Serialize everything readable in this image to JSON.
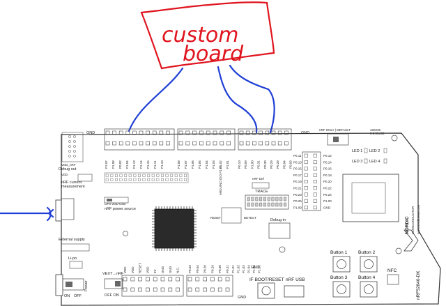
{
  "annotation": {
    "line1": "custom",
    "line2": "board",
    "note_color": "#e0141e",
    "wire_color": "#1f3fd6"
  },
  "board": {
    "name": "nRF52840-DK",
    "brand": "NORDIC",
    "brand_sub": "SEMICONDUCTOR",
    "website": "www.nordicsemi.com",
    "board_id": "400236",
    "board_rev": "0.9.0/USB",
    "outline_color": "#333333"
  },
  "labels": {
    "gnd_top_left": "GND",
    "gnd_top_right": "GND",
    "gnd_bottom_right": "GND",
    "gnd_mid": "GND",
    "debug_out": "Debug out",
    "vdd_nrf": "VDD_nRF",
    "vdd": "VDD",
    "nrf_current_measurement": "nRF current\nmeasurement",
    "external_supply": "External supply",
    "li_po": "Li-po",
    "power": "Power",
    "on": "ON",
    "off": "OFF",
    "vext_nrf": "VEXT→nRF",
    "off_on": "OFF  ON",
    "nrf_power_source": "nRF power source",
    "li_po_vdd_usb": "LiPo  VDD  USB",
    "nrf_only_default": "nRF ONLY | DEFAULT",
    "trace": "TRACE",
    "nrf_def": "nRF  Def",
    "reset": "RESET",
    "detect": "DETECT",
    "debug_in": "Debug in",
    "if_boot_reset": "IF BOOT/RESET",
    "nrf_usb": "nRF USB",
    "nfc": "NFC",
    "button1": "Button 1",
    "button2": "Button 2",
    "button3": "Button 3",
    "button4": "Button 4",
    "led1": "LED 1",
    "led2": "LED 2",
    "led3": "LED 3",
    "led4": "LED 4",
    "arduino": "ARDUINO DIO P1.01"
  },
  "pins": {
    "header_left": [
      "P1.07",
      "P1.08",
      "P0.02",
      "P1.04",
      "P1.13",
      "P1.14",
      "P1.15",
      "P1.11",
      "P1.10"
    ],
    "header_mid": [
      "P1.08",
      "P1.07",
      "P1.06",
      "P1.05",
      "P1.04",
      "P1.03",
      "P1.02",
      "P1.01"
    ],
    "header_right": [
      "P0.10",
      "P0.09",
      "P1.00",
      "P0.31",
      "P0.30",
      "P0.29",
      "P0.28",
      "P0.04",
      "P0.03"
    ],
    "right_col_a": [
      "P0.11",
      "P0.13",
      "P0.15",
      "P0.17",
      "P0.19",
      "P0.21",
      "P0.23",
      "P0.25",
      "P1.09"
    ],
    "right_col_b": [
      "P0.12",
      "P0.14",
      "P0.16",
      "P0.18",
      "P0.20",
      "P0.22",
      "P0.24",
      "P1.00",
      "GND"
    ],
    "bottom_left": [
      "VDD",
      "VDD",
      "RESET",
      "VDD",
      "5V",
      "GND",
      "GND",
      "N.C."
    ],
    "bottom_mid": [
      "P0.03",
      "P0.04",
      "P0.28",
      "P0.29",
      "P0.30",
      "P0.31"
    ],
    "bottom_side": [
      "P1.01",
      "P1.02",
      "P1.03",
      "P1.04",
      "P1.05",
      "P1.06"
    ]
  }
}
